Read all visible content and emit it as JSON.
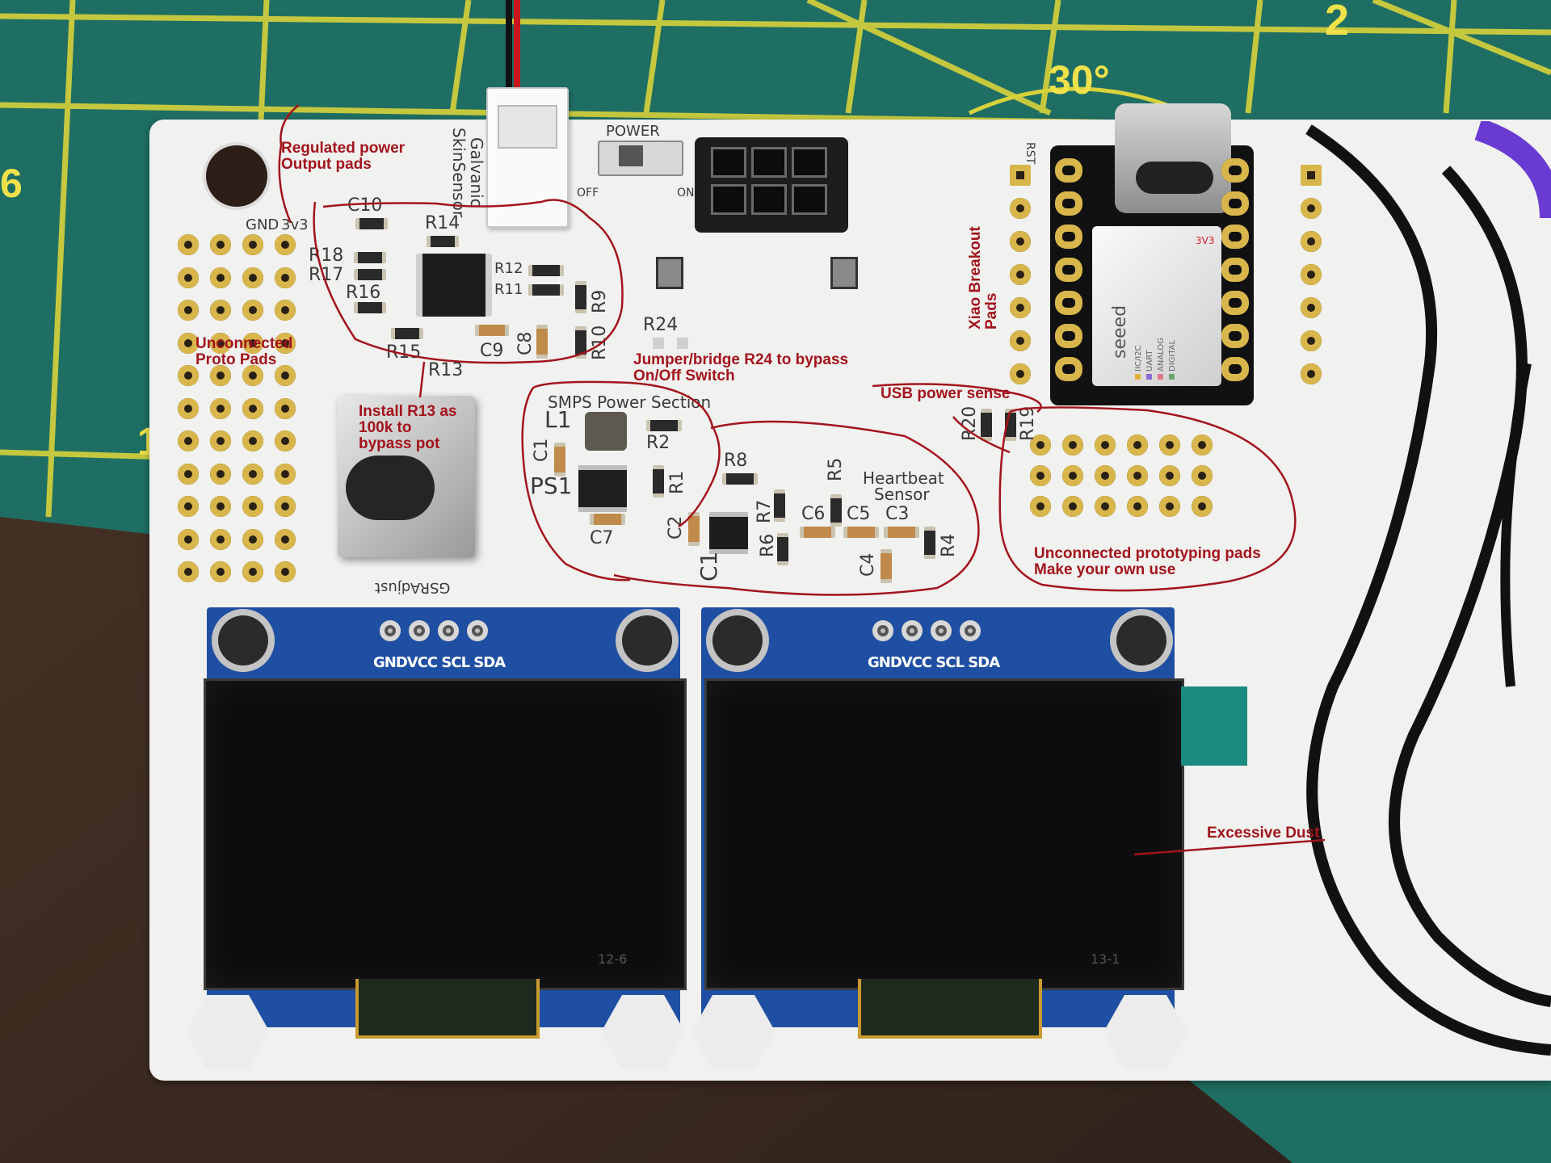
{
  "ruler_marks": {
    "top_right": "2",
    "angle": "30°",
    "left_edge": "6",
    "left_mid": "1"
  },
  "silkscreen": {
    "gnd": "GND",
    "v3v3": "3v3",
    "c10": "C10",
    "r14": "R14",
    "r18": "R18",
    "r17": "R17",
    "r16": "R16",
    "r12": "R12",
    "r11": "R11",
    "r9": "R9",
    "r10": "R10",
    "r15": "R15",
    "r13": "R13",
    "c9": "C9",
    "c8": "C8",
    "galvanic_a": "Galvanic",
    "galvanic_b": "SkinSensor",
    "power": "POWER",
    "off": "OFF",
    "on": "ON",
    "r24": "R24",
    "smps": "SMPS Power Section",
    "l1": "L1",
    "r2": "R2",
    "c1_small": "C1",
    "ps1": "PS1",
    "r1": "R1",
    "c7": "C7",
    "r8": "R8",
    "r5": "R5",
    "heartbeat_a": "Heartbeat",
    "heartbeat_b": "Sensor",
    "c2": "C2",
    "r7": "R7",
    "c6": "C6",
    "c5": "C5",
    "c3": "C3",
    "r6": "R6",
    "c1_big": "C1",
    "c4": "C4",
    "r4": "R4",
    "r20": "R20",
    "r19": "R19",
    "gsr": "GSRAdjust",
    "rst": "RST"
  },
  "xiao": {
    "brand": "seeed",
    "tag_3v3": "3V3",
    "legend": [
      "IIC/I2C",
      "UART",
      "ANALOG",
      "DIGITAL"
    ]
  },
  "oled_left": {
    "pins": "GNDVCC SCL SDA",
    "code": "12-6"
  },
  "oled_right": {
    "pins": "GNDVCC SCL SDA",
    "code": "13-1"
  },
  "annotations": {
    "regulated": [
      "Regulated power",
      "Output pads"
    ],
    "proto": [
      "Unconnected",
      "Proto Pads"
    ],
    "r13": [
      "Install R13 as",
      "100k to",
      "bypass pot"
    ],
    "jumper": [
      "Jumper/bridge R24 to bypass",
      "On/Off Switch"
    ],
    "usb": "USB power sense",
    "xiao": [
      "Xiao Breakout",
      "Pads"
    ],
    "unconnected_right": [
      "Unconnected prototyping pads",
      "Make your own use"
    ],
    "dust": "Excessive Dust"
  },
  "colors": {
    "annotation": "#a3141c",
    "pcb": "#f1f1ef",
    "mat": "#1f6e63",
    "oled_blue": "#1f4fa3",
    "ruler": "#f0e14a"
  }
}
